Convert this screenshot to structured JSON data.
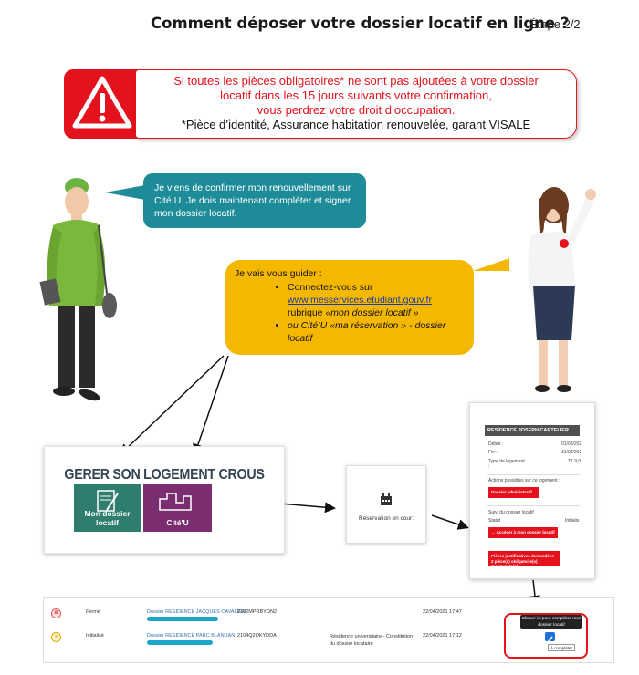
{
  "header": {
    "title": "Comment déposer votre dossier locatif en ligne ?",
    "step": "Étape 2/2"
  },
  "warning": {
    "line1": "Si toutes les pièces obligatoires* ne sont pas ajoutées à votre dossier",
    "line2": "locatif dans les 15 jours suivants votre confirmation,",
    "line3": "vous perdrez votre droit d’occupation.",
    "footnote": "*Pièce d’identité, Assurance habitation renouvelée, garant VISALE",
    "icon": "warning-triangle-icon",
    "color": "#e3121d"
  },
  "student_bubble": {
    "text": "Je viens de confirmer mon renouvellement sur Cité U. Je dois maintenant compléter et signer mon dossier locatif.",
    "color": "#1e8c98"
  },
  "guide_bubble": {
    "intro": "Je vais vous guider :",
    "item1_prefix": "Connectez-vous sur",
    "item1_link": "www.messervices.etudiant.gouv.fr",
    "item1_rubrique": "rubrique",
    "item1_rubrique_name": "«mon dossier locatif »",
    "item2": "ou Cité’U «ma réservation » - dossier locatif",
    "color": "#f5b800"
  },
  "gerer": {
    "title": "GERER SON LOGEMENT CROUS",
    "tile1_label": "Mon dossier locatif",
    "tile1_color": "#2e7d6e",
    "tile2_label": "Cité'U",
    "tile2_color": "#7a2e6f"
  },
  "reservation": {
    "label": "Réservation en cour:",
    "icon": "calendar-icon"
  },
  "cartelier": {
    "residence": "RESIDENCE JOSEPH CARTELIER",
    "debut_label": "Début :",
    "debut_value": "01/03/202",
    "fin_label": "Fin :",
    "fin_value": "31/08/202",
    "type_label": "Type de logement :",
    "type_value": "T1 9,0",
    "actions_label": "Actions possibles sur ce logement :",
    "dossier_admin_btn": "Dossier administratif",
    "suivi_label": "Suivi du dossier locatif",
    "statut_label": "Statut",
    "statut_value": "Initialis",
    "acceder_btn": "→ Accéder à mon dossier locatif",
    "pieces_btn1": "Pièces justificatives demandées",
    "pieces_btn2": "2 pièce(s) obligatoire(s) manquante(s)"
  },
  "dossier_table": {
    "rows": [
      {
        "status": "Fermé",
        "dossier": "Dossier RESIDENCE JACQUES CAVALIER",
        "ref": "2102MPRBYON2",
        "desc": "",
        "date": "22/04/2021 17:47"
      },
      {
        "status": "Initialisé",
        "dossier": "Dossier RESIDENCE PARC BLANDAN",
        "ref": "2104Q2OKYDDA",
        "desc": "Résidence universitaire - Constitution du dossier locataire",
        "date": "22/04/2021 17:12"
      }
    ],
    "tooltip": "Cliquer ici pour compléter mon dossier locatif",
    "complete_btn": "À compléter"
  }
}
